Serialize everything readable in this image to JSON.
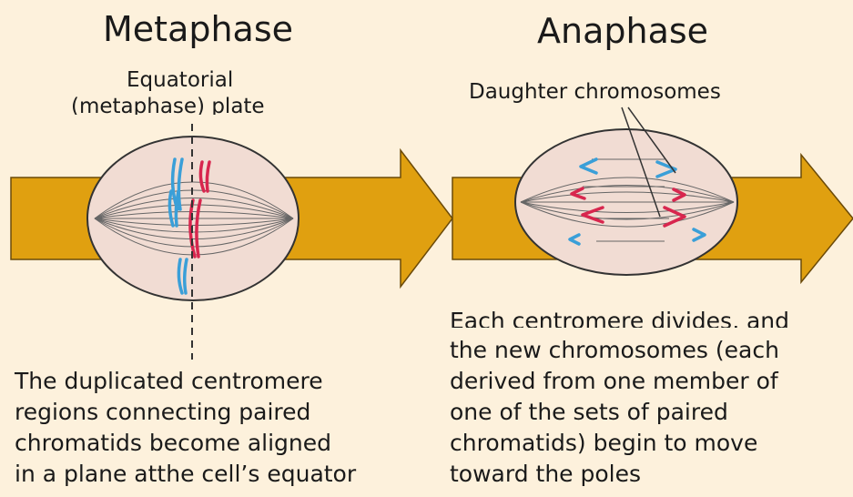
{
  "metaphase": {
    "title": "Metaphase",
    "plate_label_line1": "Equatorial",
    "plate_label_line2": "(metaphase) plate",
    "description": [
      "The duplicated centromere",
      "regions connecting paired",
      "chromatids become aligned",
      "in a plane atthe cell’s equator"
    ]
  },
  "anaphase": {
    "title": "Anaphase",
    "daughter_label": "Daughter chromosomes",
    "description": [
      "Each centromere divides, and",
      "the new chromosomes (each",
      "derived from one member of",
      "one of the sets of paired",
      "chromatids) begin to move",
      "toward the poles"
    ]
  },
  "colors": {
    "background": "#fdf1dc",
    "arrow": "#e0a010",
    "cell_fill": "#f1dcd3",
    "chromosome_blue": "#3a9fd8",
    "chromosome_red": "#d8264e"
  }
}
